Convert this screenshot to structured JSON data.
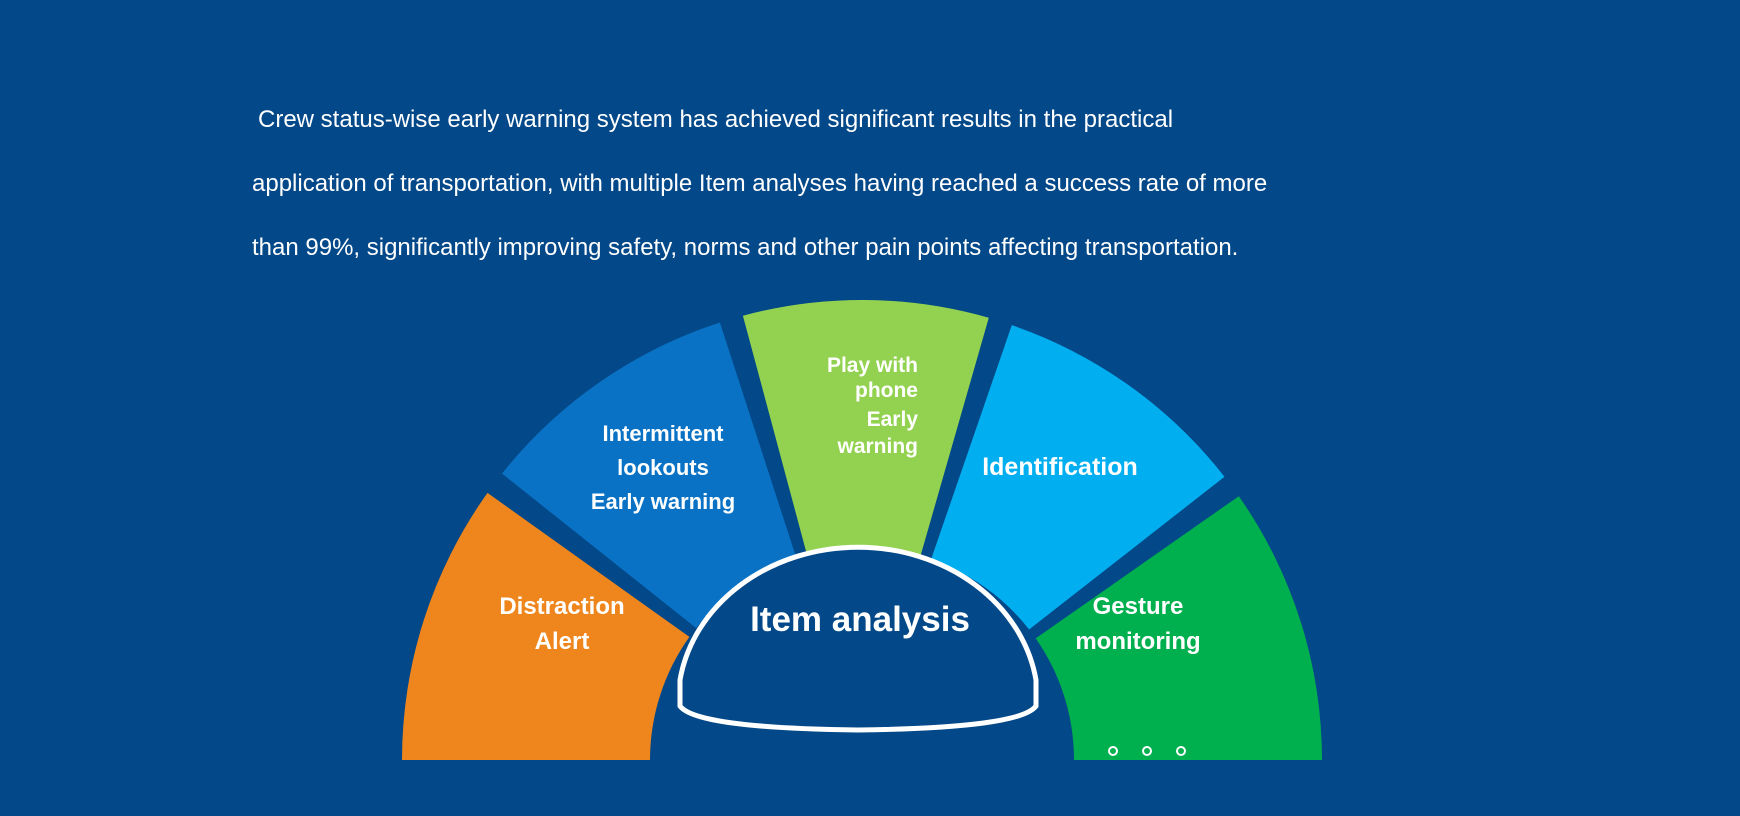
{
  "intro": {
    "line1": "Crew status-wise early warning system has achieved significant results in the practical",
    "line2": "application of transportation, with multiple Item analyses having reached a success rate of more",
    "line3": "than 99%, significantly improving safety, norms and other pain points affecting transportation."
  },
  "center": {
    "label": "Item analysis"
  },
  "segments": [
    {
      "id": "distraction",
      "lines": [
        "Distraction",
        "Alert"
      ],
      "color": "#EF861D"
    },
    {
      "id": "intermittent",
      "lines": [
        "Intermittent",
        "lookouts",
        "Early warning"
      ],
      "color": "#0A72C4"
    },
    {
      "id": "phone",
      "lines": [
        "Play with",
        "phone",
        "Early",
        "warning"
      ],
      "color": "#93D250"
    },
    {
      "id": "identification",
      "lines": [
        "Identification"
      ],
      "color": "#01AEEF"
    },
    {
      "id": "gesture",
      "lines": [
        "Gesture",
        "monitoring"
      ],
      "color": "#00B04E"
    }
  ],
  "colors": {
    "background": "#034888",
    "center_outline": "#FFFFFF"
  },
  "pager": {
    "count": 3
  }
}
